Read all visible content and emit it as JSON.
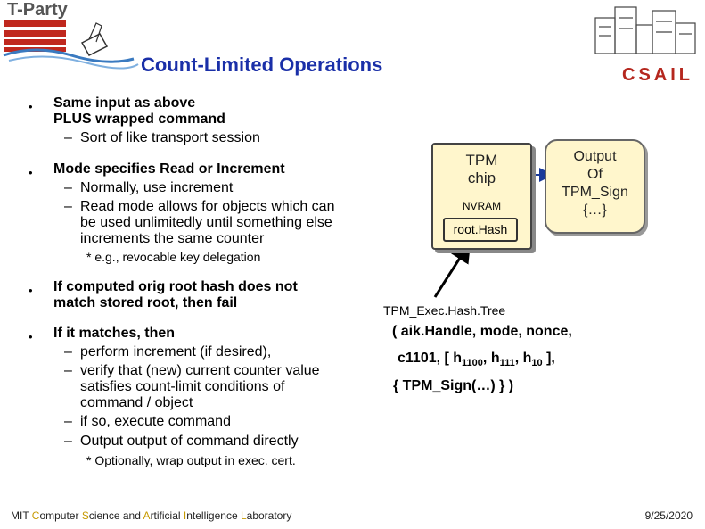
{
  "logo": {
    "tparty": "T-Party",
    "csail": "CSAIL"
  },
  "title": "Count-Limited Operations",
  "bullets": {
    "b1_l1": "Same input as above",
    "b1_l2": "PLUS wrapped command",
    "b1_s1": "Sort of like transport session",
    "b2": "Mode specifies Read or Increment",
    "b2_s1": "Normally, use increment",
    "b2_s2_l1": "Read mode allows for objects which can",
    "b2_s2_l2": "be used unlimitedly until something else",
    "b2_s2_l3": "increments the same counter",
    "b2_note": "* e.g., revocable key delegation",
    "b3_l1": "If computed orig root hash does not",
    "b3_l2": "match stored root, then fail",
    "b4": "If it matches, then",
    "b4_s1": "perform increment (if desired),",
    "b4_s2_l1": "verify that (new) current counter value",
    "b4_s2_l2": "satisfies count-limit conditions of",
    "b4_s2_l3": "command / object",
    "b4_s3": "if so, execute command",
    "b4_s4": "Output output of command directly",
    "b4_note": "* Optionally, wrap output in exec. cert."
  },
  "chip": {
    "line1": "TPM",
    "line2": "chip",
    "nvram": "NVRAM",
    "roothash": "root.Hash"
  },
  "output_box": {
    "l1": "Output",
    "l2": "Of",
    "l3": "TPM_Sign",
    "l4": "{…}"
  },
  "exec": {
    "name": "TPM_Exec.Hash.Tree",
    "line2": "( aik.Handle, mode, nonce,",
    "line3_a": "c1101, [ h",
    "line3_sub1": "1100",
    "line3_b": ", h",
    "line3_sub2": "111",
    "line3_c": ", h",
    "line3_sub3": "10",
    "line3_d": " ],",
    "line4": "{ TPM_Sign(…) }  )"
  },
  "footer": {
    "mit": "MIT ",
    "c": "C",
    "omputer": "omputer ",
    "s": "S",
    "cience": "cience and ",
    "a": "A",
    "rtificial": "rtificial ",
    "i": "I",
    "ntelligence": "ntelligence ",
    "l": "L",
    "aboratory": "aboratory",
    "date": "9/25/2020"
  },
  "colors": {
    "title": "#1a2fa8",
    "csail": "#b5271e",
    "box_fill": "#fff6cc",
    "arrow": "#1a3a9a"
  }
}
